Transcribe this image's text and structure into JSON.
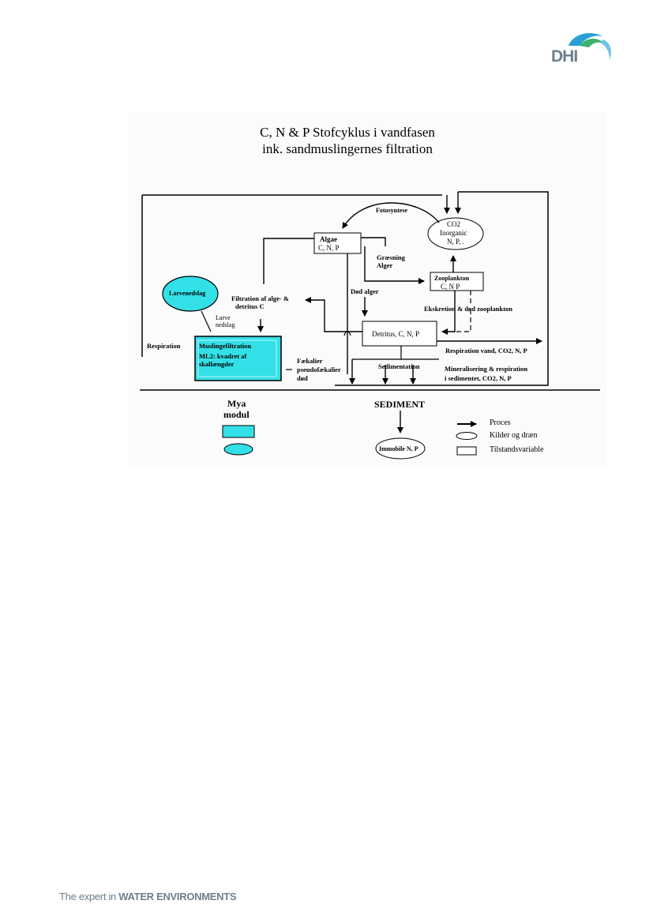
{
  "brand": {
    "logo_text": "DHI",
    "tagline_prefix": "The expert in ",
    "tagline_bold": "WATER ENVIRONMENTS"
  },
  "title": {
    "line1": "C, N & P Stofcyklus i vandfasen",
    "line2": "ink. sandmuslingernes  filtration"
  },
  "nodes": {
    "algae": {
      "line1": "Algae",
      "line2": "C, N, P"
    },
    "co2": {
      "line1": "CO2",
      "line2": "Inorganic",
      "line3": "N, P, ."
    },
    "zooplankton": {
      "line1": "Zooplankton",
      "line2": "C, N P"
    },
    "detritus": {
      "label": "Detritus, C, N, P"
    },
    "larvenedslag": {
      "label": "Larvenedslag"
    },
    "muslinge": {
      "line1": "Muslingefiltration",
      "line2": "ML2: kvadret af",
      "line3": "skallængder"
    },
    "immobile": {
      "label": "Immobile N, P"
    }
  },
  "labels": {
    "fotosyntese": "Fotosyntese",
    "graesning_1": "Græsning",
    "graesning_2": "Alger",
    "dod_alger": "Død alger",
    "filtration_1": "Filtration af alge- &",
    "filtration_2": "detritus C",
    "larve_1": "Larve",
    "larve_2": "nedslag",
    "respiration": "Respiration",
    "ekskretion": "Ekskretion & død zooplankton",
    "resp_vand": "Respiration vand, CO2, N, P",
    "faekalier_1": "Fækalier",
    "faekalier_2": "pseudofækalier",
    "faekalier_3": "død",
    "sedimentation": "Sedimentation",
    "mineral_1": "Mineralisering & respiration",
    "mineral_2": "i sedimentet, CO2, N, P",
    "sediment": "SEDIMENT"
  },
  "legend": {
    "mya_1": "Mya",
    "mya_2": "modul",
    "proces": "Proces",
    "kilder": "Kilder og dræn",
    "tilstand": "Tilstandsvariable"
  },
  "colors": {
    "accent_cyan": "#33e0e8",
    "logo_blue": "#2a9fd6",
    "logo_green": "#3cb26e",
    "logo_gray": "#6e7f8c"
  }
}
